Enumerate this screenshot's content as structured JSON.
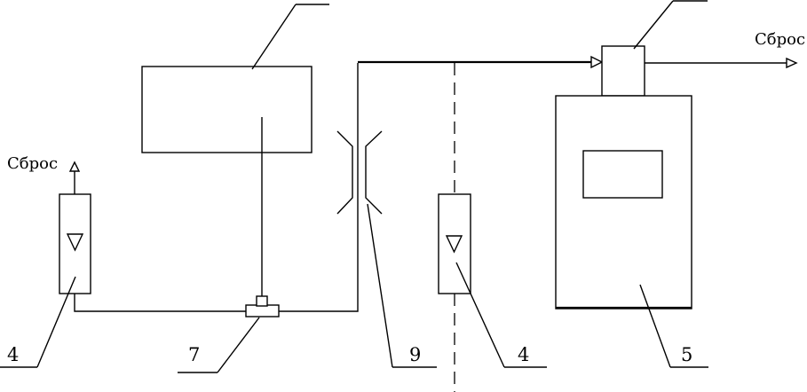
{
  "labels": {
    "vent_left": "Сброс",
    "vent_right": "Сброс",
    "rotameter_left": "4",
    "tee": "7",
    "throttle": "9",
    "rotameter_right": "4",
    "analyzer": "5"
  }
}
